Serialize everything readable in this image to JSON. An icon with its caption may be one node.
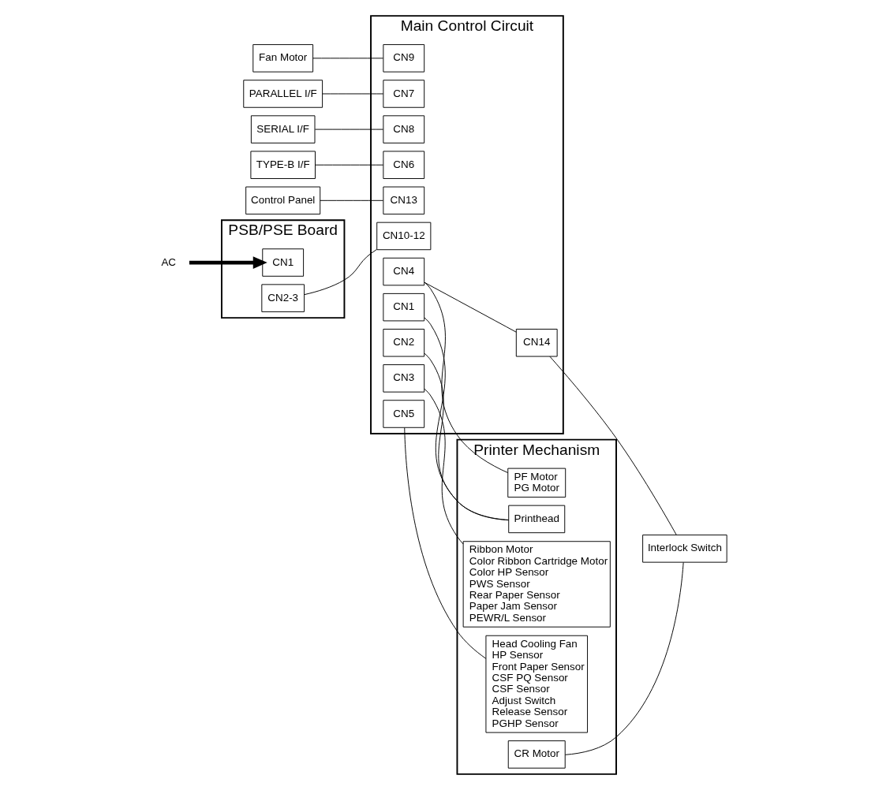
{
  "diagram": {
    "nodes": [
      {
        "text": [
          "PSB/PSE Board"
        ]
      },
      {
        "text": [
          "CN1"
        ],
        "in": 0
      },
      {
        "text": [
          "CN2-3"
        ],
        "in": 0
      },
      {
        "text": [
          "Fan Motor"
        ]
      },
      {
        "text": [
          "AC"
        ]
      },
      {
        "text": [
          "Main Control Circuit"
        ]
      },
      {
        "text": [
          "CN10-12"
        ],
        "in": 5
      },
      {
        "text": [
          "CN9"
        ],
        "in": 5
      },
      {
        "text": [
          "CN7"
        ],
        "in": 5
      },
      {
        "text": [
          "CN8"
        ],
        "in": 5
      },
      {
        "text": [
          "CN6"
        ],
        "in": 5
      },
      {
        "text": [
          "CN13"
        ],
        "in": 5
      },
      {
        "text": [
          "CN1"
        ],
        "in": 5
      },
      {
        "text": [
          "CN2"
        ],
        "in": 5
      },
      {
        "text": [
          "CN3"
        ],
        "in": 5
      },
      {
        "text": [
          "CN5"
        ],
        "in": 5
      },
      {
        "text": [
          "CN4"
        ],
        "in": 5
      },
      {
        "text": [
          "CN14"
        ],
        "in": 5
      },
      {
        "text": [
          "Printer Mechanism"
        ]
      },
      {
        "text": [
          "Printhead"
        ],
        "in": 18
      },
      {
        "text": [
          "Ribbon Motor",
          "Color Ribbon Cartridge Motor",
          "Color HP Sensor",
          "PWS Sensor",
          "Rear Paper Sensor",
          "Paper Jam Sensor",
          "PEWR/L Sensor"
        ],
        "in": 18
      },
      {
        "text": [
          "Head Cooling Fan",
          "HP Sensor",
          "Front Paper Sensor",
          "CSF PQ Sensor",
          "CSF Sensor",
          "Adjust Switch",
          "Release Sensor",
          "PGHP Sensor"
        ],
        "in": 18
      },
      {
        "text": [
          "PF Motor",
          "PG Motor"
        ],
        "in": 18
      },
      {
        "text": [
          "CR Motor"
        ],
        "in": 18
      },
      {
        "text": [
          "PARALLEL I/F"
        ]
      },
      {
        "text": [
          "SERIAL I/F"
        ]
      },
      {
        "text": [
          "TYPE-B I/F"
        ]
      },
      {
        "text": [
          "Control Panel"
        ]
      },
      {
        "text": [
          "Interlock Switch"
        ]
      }
    ],
    "edges": [
      {
        "from": 4,
        "to": 1,
        "arrow": "to",
        "style": "thick"
      },
      {
        "from": 2,
        "to": 6,
        "arrow": "none"
      },
      {
        "from": 3,
        "to": 7,
        "arrow": "none"
      },
      {
        "from": 24,
        "to": 8,
        "arrow": "none"
      },
      {
        "from": 25,
        "to": 9,
        "arrow": "none"
      },
      {
        "from": 26,
        "to": 10,
        "arrow": "none"
      },
      {
        "from": 27,
        "to": 11,
        "arrow": "none"
      },
      {
        "from": 12,
        "to": 19,
        "arrow": "none"
      },
      {
        "from": 13,
        "to": 19,
        "arrow": "none"
      },
      {
        "from": 14,
        "to": 20,
        "arrow": "none"
      },
      {
        "from": 15,
        "to": 21,
        "arrow": "none"
      },
      {
        "from": 16,
        "to": 22,
        "arrow": "none"
      },
      {
        "from": 16,
        "to": 17,
        "arrow": "none"
      },
      {
        "from": 17,
        "to": 28,
        "arrow": "none"
      },
      {
        "from": 23,
        "to": 28,
        "arrow": "none"
      }
    ]
  }
}
